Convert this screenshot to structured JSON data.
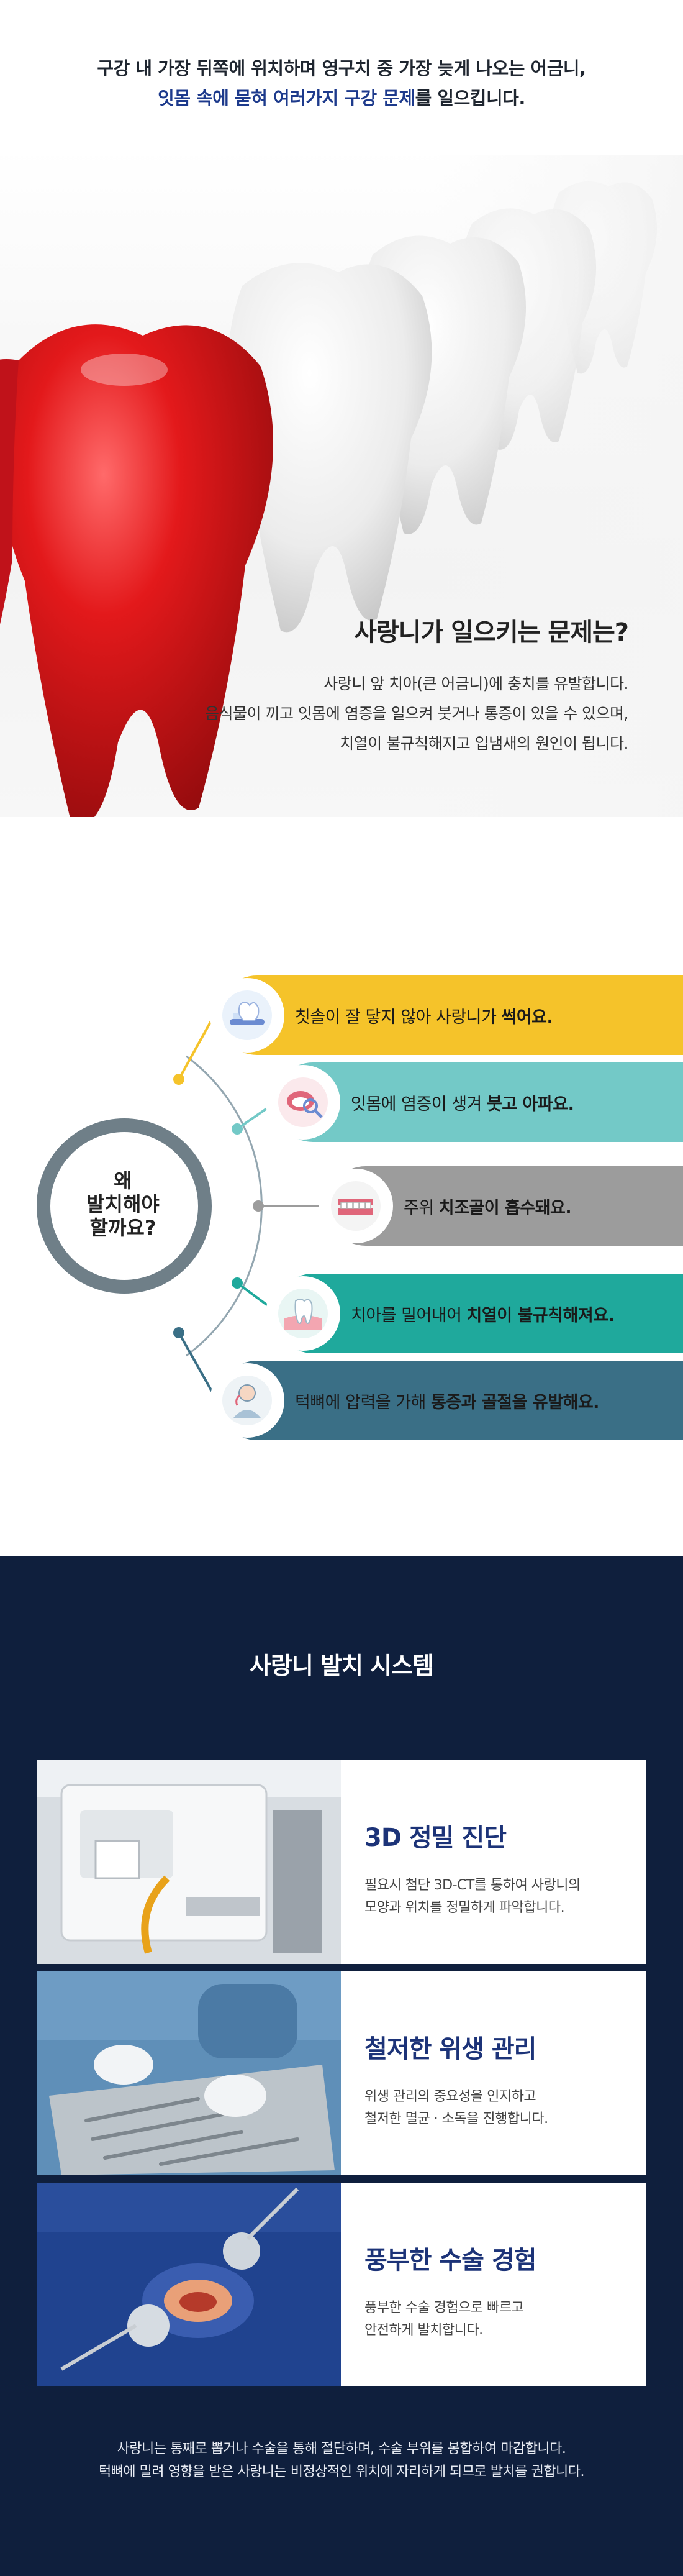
{
  "intro": {
    "line1": "구강 내 가장 뒤쪽에 위치하며 영구치 중 가장 늦게 나오는 어금니,",
    "line2_blue": "잇몸 속에 묻혀 여러가지 구강 문제",
    "line2_rest": "를 일으킵니다."
  },
  "problem": {
    "title": "사랑니가 일으키는 문제는?",
    "lines": [
      "사랑니 앞 치아(큰 어금니)에 충치를 유발합니다.",
      "음식물이 끼고 잇몸에 염증을 일으켜 붓거나 통증이 있을 수 있으며,",
      "치열이 불규칙해지고 입냄새의 원인이 됩니다."
    ]
  },
  "why": {
    "center": [
      "왜",
      "발치해야",
      "할까요?"
    ],
    "items": [
      {
        "pre": "칫솔이 잘 닿지 않아 사랑니가 ",
        "bold": "썩어요.",
        "post": "",
        "color": "#f5c32a",
        "icon": "toothbrush-icon"
      },
      {
        "pre": "잇몸에 염증이 생겨 ",
        "bold": "붓고 아파요.",
        "post": "",
        "color": "#73c9c7",
        "icon": "mouth-inspection-icon"
      },
      {
        "pre": "주위 ",
        "bold": "치조골이 흡수돼요.",
        "post": "",
        "color": "#9c9c9c",
        "icon": "teeth-denture-icon"
      },
      {
        "pre": "치아를 밀어내어 ",
        "bold": "치열이 불규칙해져요.",
        "post": "",
        "color": "#1fa99c",
        "icon": "gum-tooth-icon"
      },
      {
        "pre": "턱뼈에 압력을 가해 ",
        "bold": "통증과 골절을 유발해요.",
        "post": "",
        "color": "#3a6f86",
        "icon": "jaw-pain-icon"
      }
    ]
  },
  "system": {
    "title": "사랑니 발치 시스템",
    "cards": [
      {
        "title": "3D 정밀 진단",
        "desc": [
          "필요시 첨단 3D-CT를 통하여 사랑니의",
          "모양과 위치를 정밀하게 파악합니다."
        ],
        "photo": "ct-scanner-photo"
      },
      {
        "title": "철저한 위생 관리",
        "desc": [
          "위생 관리의 중요성을 인지하고",
          "철저한 멸균 · 소독을 진행합니다."
        ],
        "photo": "sterile-instruments-photo"
      },
      {
        "title": "풍부한 수술 경험",
        "desc": [
          "풍부한 수술 경험으로 빠르고",
          "안전하게 발치합니다."
        ],
        "photo": "surgery-photo"
      }
    ],
    "footer": [
      "사랑니는 통째로 뽑거나 수술을 통해 절단하며, 수술 부위를 봉합하여 마감합니다.",
      "턱뼈에 밀려 영향을 받은 사랑니는 비정상적인 위치에 자리하게 되므로 발치를 권합니다."
    ]
  },
  "colors": {
    "navy": "#0f1f3d",
    "title_blue": "#1c3378",
    "intro_blue": "#1d3a8c",
    "tooth_red": "#e01b1b"
  }
}
